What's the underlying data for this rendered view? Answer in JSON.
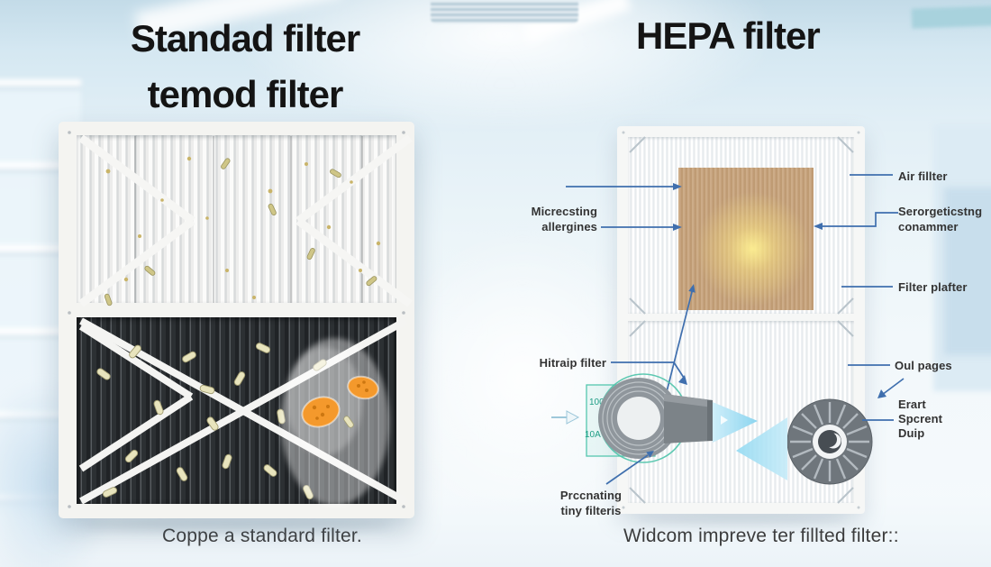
{
  "left_panel": {
    "title_line1": "Standad filter",
    "title_line2": "temod filter",
    "caption": "Coppe a standard filter."
  },
  "right_panel": {
    "title": "HEPA filter",
    "caption": "Widcom impreve ter fillted filter::",
    "labels": {
      "micrecsting_line1": "Micrecsting",
      "micrecsting_line2": "allergines",
      "hitraip": "Hitraip filter",
      "prccnating_line1": "Prccnating",
      "prccnating_line2": "tiny filteris",
      "air": "Air fillter",
      "serorg_line1": "Serorgeticstng",
      "serorg_line2": "conammer",
      "filter_plafter": "Filter plafter",
      "oul_pages": "Oul pages",
      "erart_line1": "Erart",
      "erart_line2": "Spcrent",
      "erart_line3": "Duip",
      "gauge_top": "100",
      "gauge_bottom": "10A"
    }
  },
  "colors": {
    "connector_blue": "#3f6fae",
    "teal_accent": "#4cc3aa",
    "tan_square": "#c49d73",
    "glow_yellow": "#ffe98e",
    "cyan_arrow": "#9adef5",
    "dark_pleat": "#26292c",
    "title_text": "#141414"
  }
}
